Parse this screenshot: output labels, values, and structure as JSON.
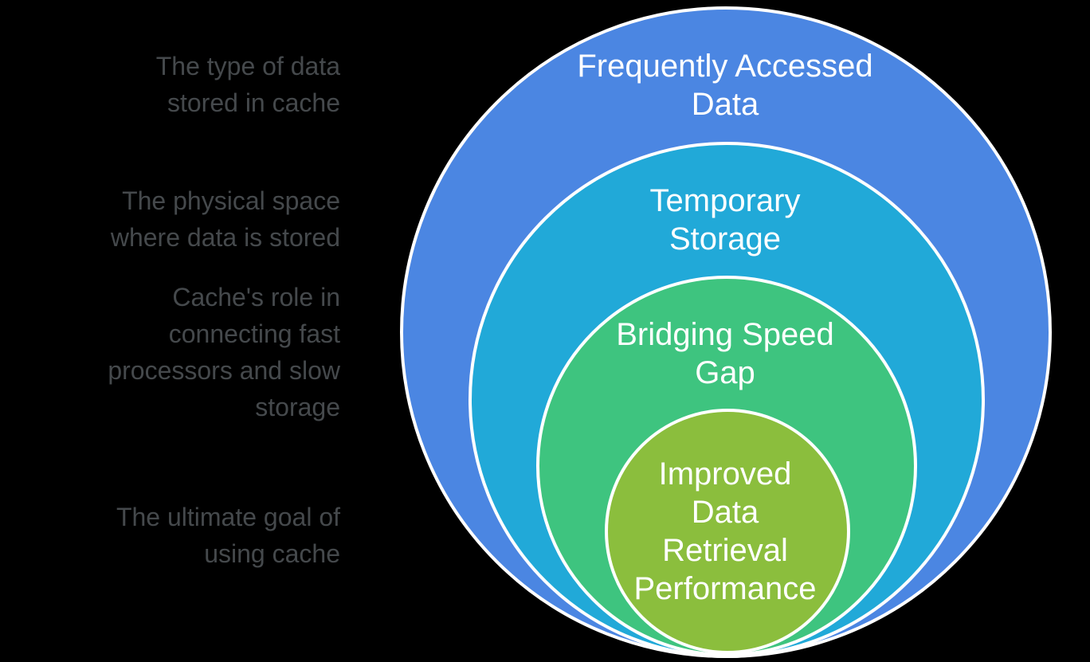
{
  "background_color": "#000000",
  "diagram": {
    "type": "nested-circles",
    "topic": "cache",
    "text_color_on_rings": "#ffffff",
    "side_note_color": "#45494c",
    "ring_border_color": "#ffffff",
    "rings": [
      {
        "title": "Frequently Accessed\nData",
        "color": "#4b86e2",
        "side_note": "The type of data\nstored in cache"
      },
      {
        "title": "Temporary\nStorage",
        "color": "#21a9d8",
        "side_note": "The physical space\nwhere data is stored"
      },
      {
        "title": "Bridging Speed\nGap",
        "color": "#3ec47f",
        "side_note": "Cache's role in\nconnecting fast\nprocessors and slow\nstorage"
      },
      {
        "title": "Improved\nData\nRetrieval\nPerformance",
        "color": "#8bbe3d",
        "side_note": "The ultimate goal of\nusing cache"
      }
    ]
  }
}
